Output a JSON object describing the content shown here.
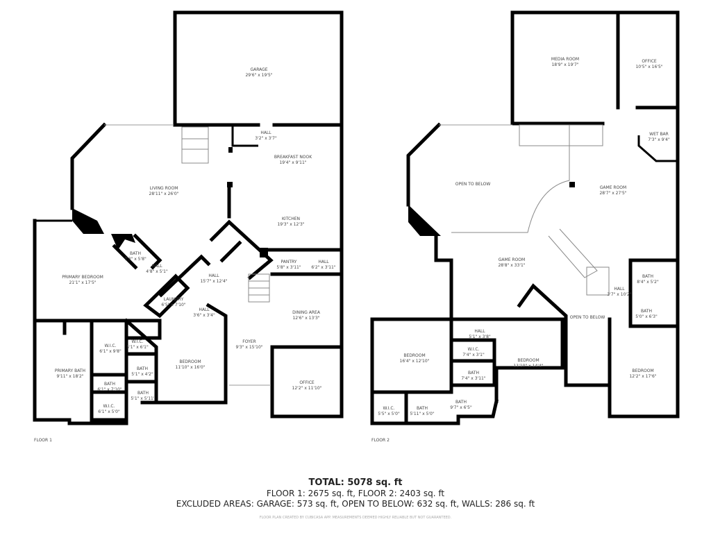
{
  "floor1": {
    "label": "FLOOR 1",
    "rooms": [
      {
        "name": "GARAGE",
        "dims": "29'6\" x 19'5\""
      },
      {
        "name": "HALL",
        "dims": "3'2\" x 3'7\""
      },
      {
        "name": "BREAKFAST NOOK",
        "dims": "19'4\" x 9'11\""
      },
      {
        "name": "LIVING ROOM",
        "dims": "28'11\" x 26'0\""
      },
      {
        "name": "KITCHEN",
        "dims": "19'3\" x 12'3\""
      },
      {
        "name": "BATH",
        "dims": "7'3\" x 5'8\""
      },
      {
        "name": "HALL",
        "dims": "4'8\" x 5'1\""
      },
      {
        "name": "PANTRY",
        "dims": "5'8\" x 3'11\""
      },
      {
        "name": "HALL",
        "dims": "6'2\" x 3'11\""
      },
      {
        "name": "PRIMARY BEDROOM",
        "dims": "21'1\" x 17'5\""
      },
      {
        "name": "HALL",
        "dims": "15'7\" x 12'4\""
      },
      {
        "name": "LAUNDRY",
        "dims": "6'5\" x 7'10\""
      },
      {
        "name": "HALL",
        "dims": "3'6\" x 3'4\""
      },
      {
        "name": "DINING AREA",
        "dims": "12'6\" x 13'3\""
      },
      {
        "name": "FOYER",
        "dims": "9'3\" x 15'10\""
      },
      {
        "name": "W.I.C.",
        "dims": "6'1\" x 9'8\""
      },
      {
        "name": "W.I.C.",
        "dims": "5'1\" x 6'1\""
      },
      {
        "name": "PRIMARY BATH",
        "dims": "9'11\" x 18'2\""
      },
      {
        "name": "BATH",
        "dims": "5'1\" x 4'2\""
      },
      {
        "name": "BEDROOM",
        "dims": "11'10\" x 16'0\""
      },
      {
        "name": "BATH",
        "dims": "6'1\" x 7'10\""
      },
      {
        "name": "BATH",
        "dims": "5'1\" x 5'11\""
      },
      {
        "name": "W.I.C.",
        "dims": "6'1\" x 5'0\""
      },
      {
        "name": "OFFICE",
        "dims": "12'2\" x 11'10\""
      }
    ]
  },
  "floor2": {
    "label": "FLOOR 2",
    "rooms": [
      {
        "name": "MEDIA ROOM",
        "dims": "18'9\" x 19'7\""
      },
      {
        "name": "OFFICE",
        "dims": "10'5\" x 16'5\""
      },
      {
        "name": "WET BAR",
        "dims": "7'3\" x 9'4\""
      },
      {
        "name": "OPEN TO BELOW",
        "dims": ""
      },
      {
        "name": "GAME ROOM",
        "dims": "28'7\" x 27'5\""
      },
      {
        "name": "GAME ROOM",
        "dims": "28'8\" x 33'1\""
      },
      {
        "name": "BATH",
        "dims": "8'4\" x 5'2\""
      },
      {
        "name": "HALL",
        "dims": "3'7\" x 10'2\""
      },
      {
        "name": "BATH",
        "dims": "5'0\" x 6'3\""
      },
      {
        "name": "OPEN TO BELOW",
        "dims": ""
      },
      {
        "name": "HALL",
        "dims": "5'1\" x 3'8\""
      },
      {
        "name": "W.I.C.",
        "dims": "7'4\" x 3'1\""
      },
      {
        "name": "BEDROOM",
        "dims": "16'4\" x 12'10\""
      },
      {
        "name": "BEDROOM",
        "dims": "11'10\" x 14'4\""
      },
      {
        "name": "BATH",
        "dims": "7'4\" x 3'11\""
      },
      {
        "name": "BEDROOM",
        "dims": "12'2\" x 17'6\""
      },
      {
        "name": "W.I.C.",
        "dims": "5'5\" x 5'0\""
      },
      {
        "name": "BATH",
        "dims": "5'11\" x 5'0\""
      },
      {
        "name": "BATH",
        "dims": "9'7\" x 6'5\""
      }
    ]
  },
  "summary": {
    "total": "TOTAL: 5078 sq. ft",
    "floors": "FLOOR 1: 2675 sq. ft, FLOOR 2: 2403 sq. ft",
    "excluded": "EXCLUDED AREAS: GARAGE: 573 sq. ft, OPEN TO BELOW: 632 sq. ft, WALLS: 286 sq. ft",
    "credit": "FLOOR PLAN CREATED BY CUBICASA APP. MEASUREMENTS DEEMED HIGHLY RELIABLE BUT NOT GUARANTEED."
  }
}
